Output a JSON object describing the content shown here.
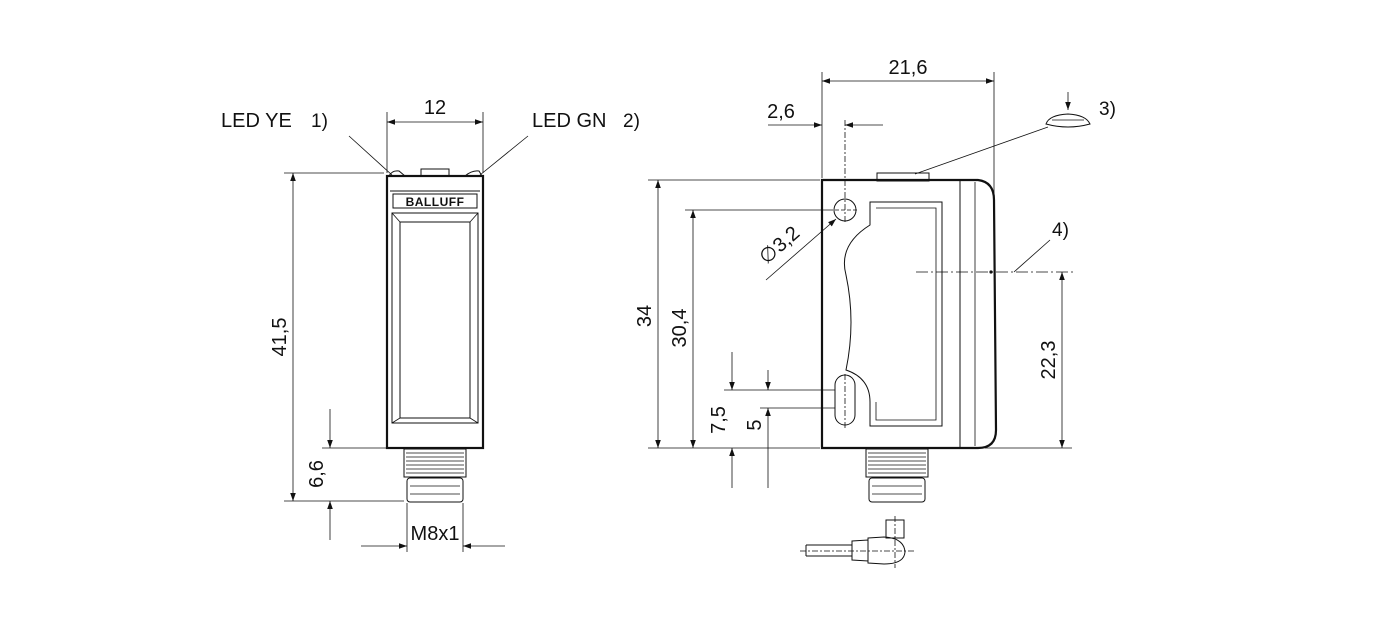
{
  "front_view": {
    "led_ye_label": "LED YE",
    "led_ye_ref": "1)",
    "led_gn_label": "LED GN",
    "led_gn_ref": "2)",
    "brand_label": "BALLUFF",
    "width_dim": "12",
    "height_dim": "41,5",
    "connector_len_dim": "6,6",
    "thread_dim": "M8x1"
  },
  "side_view": {
    "width_dim": "21,6",
    "hole_offset_dim": "2,6",
    "hole_diameter_dim": "3,2",
    "diameter_symbol": "∅",
    "total_height_dim": "34",
    "hole_pitch_dim": "30,4",
    "slot_offset_dim": "7,5",
    "slot_height_dim": "5",
    "axis_height_dim": "22,3",
    "note_3_ref": "3)",
    "note_4_ref": "4)"
  }
}
